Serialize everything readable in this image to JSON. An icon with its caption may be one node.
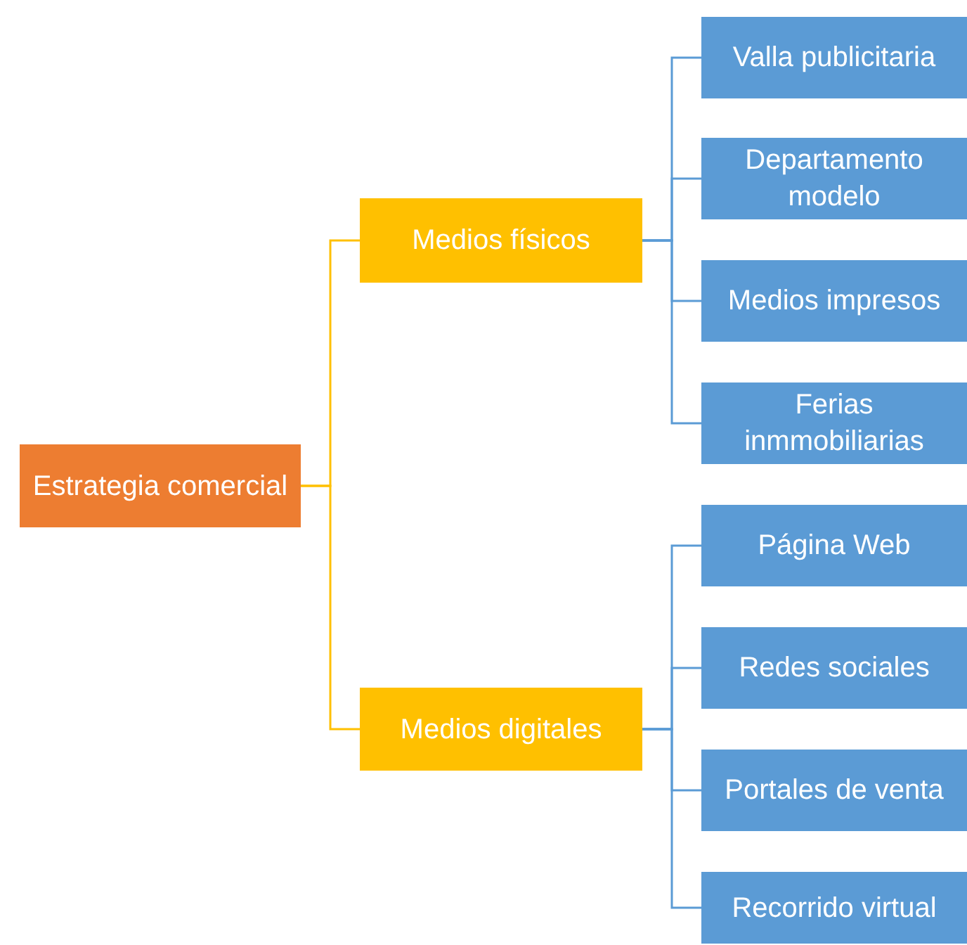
{
  "diagram": {
    "nodes": [
      {
        "text": [
          "Estrategia comercial"
        ]
      },
      {
        "text": [
          "Medios físicos"
        ]
      },
      {
        "text": [
          "Valla publicitaria"
        ]
      },
      {
        "text": [
          "Departamento modelo"
        ]
      },
      {
        "text": [
          "Medios impresos"
        ]
      },
      {
        "text": [
          "Ferias inmmobiliarias"
        ]
      },
      {
        "text": [
          "Medios digitales"
        ]
      },
      {
        "text": [
          "Página Web"
        ]
      },
      {
        "text": [
          "Redes sociales"
        ]
      },
      {
        "text": [
          "Portales de venta"
        ]
      },
      {
        "text": [
          "Recorrido virtual"
        ]
      }
    ],
    "edges": [
      {
        "from": 0,
        "to": 1,
        "arrow": "none",
        "color": "#ffc000"
      },
      {
        "from": 0,
        "to": 6,
        "arrow": "none",
        "color": "#ffc000"
      },
      {
        "from": 1,
        "to": 2,
        "arrow": "none"
      },
      {
        "from": 1,
        "to": 3,
        "arrow": "none"
      },
      {
        "from": 1,
        "to": 4,
        "arrow": "none"
      },
      {
        "from": 1,
        "to": 5,
        "arrow": "none"
      },
      {
        "from": 6,
        "to": 7,
        "arrow": "none"
      },
      {
        "from": 6,
        "to": 8,
        "arrow": "none"
      },
      {
        "from": 6,
        "to": 9,
        "arrow": "none"
      },
      {
        "from": 6,
        "to": 10,
        "arrow": "none"
      }
    ]
  }
}
